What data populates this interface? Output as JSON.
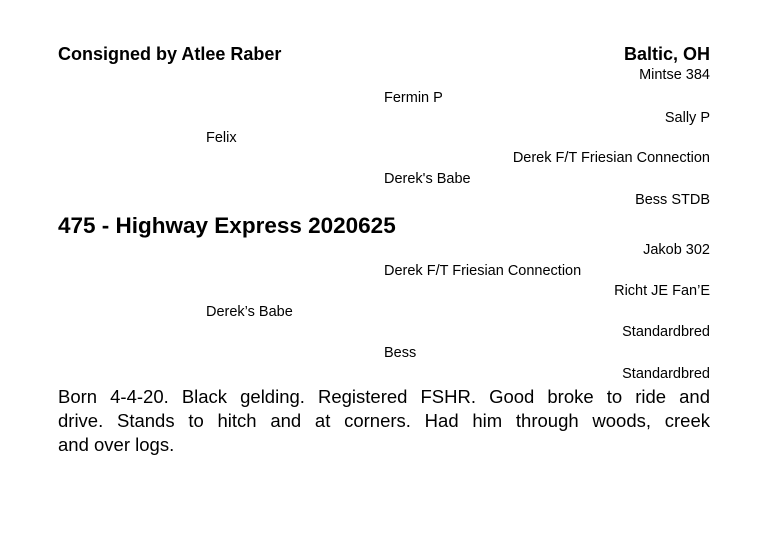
{
  "header": {
    "consignor": "Consigned by Atlee Raber",
    "location": "Baltic, OH"
  },
  "lot": {
    "title": "475 - Highway Express 2020625"
  },
  "pedigree": {
    "sire": {
      "name": "Felix",
      "sire": {
        "name": "Fermin P",
        "sire": "Mintse 384",
        "dam": "Sally P"
      },
      "dam": {
        "name": "Derek's Babe",
        "sire": "Derek F/T Friesian Connection",
        "dam": "Bess STDB"
      }
    },
    "dam": {
      "name": "Derek’s Babe",
      "sire": {
        "name": "Derek F/T Friesian Connection",
        "sire": "Jakob 302",
        "dam": "Richt JE Fan’E"
      },
      "dam": {
        "name": "Bess",
        "sire": "Standardbred",
        "dam": "Standardbred"
      }
    }
  },
  "description": {
    "lines": [
      "Born 4-4-20. Black gelding. Registered FSHR. Good broke to ride and",
      "drive. Stands to hitch and at corners. Had him through woods, creek",
      "and over logs."
    ]
  }
}
